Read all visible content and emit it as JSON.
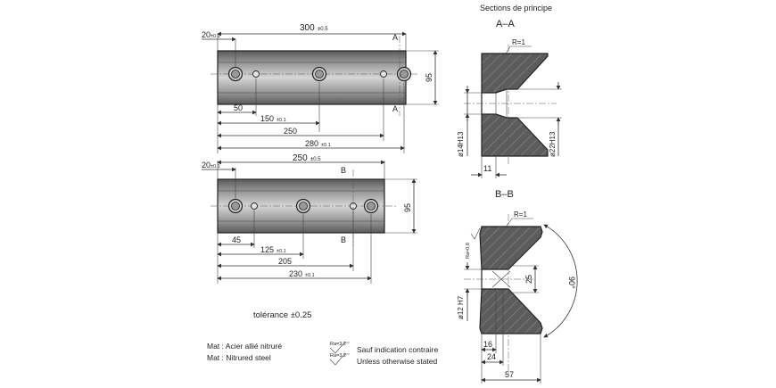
{
  "colors": {
    "body_top": "#6b6b6b",
    "body_mid": "#9a9a9a",
    "body_light": "#c8c8c8",
    "section_fill": "#555555",
    "line": "#222222"
  },
  "view_a": {
    "dim_300": "300",
    "dim_300_tol": "±0.5",
    "dim_20": "20",
    "dim_20_tol": "±0.1",
    "dim_95": "95",
    "dim_50": "50",
    "dim_150": "150",
    "dim_150_tol": "±0.1",
    "dim_250": "250",
    "dim_280": "280",
    "dim_280_tol": "±0.1",
    "section_mark": "A"
  },
  "view_b": {
    "dim_250": "250",
    "dim_250_tol": "±0.5",
    "dim_20": "20",
    "dim_20_tol": "±0.1",
    "dim_95": "95",
    "dim_45": "45",
    "dim_125": "125",
    "dim_125_tol": "±0.1",
    "dim_205": "205",
    "dim_230": "230",
    "dim_230_tol": "±0.1",
    "section_mark": "B"
  },
  "sections_title": "Sections de principe",
  "section_aa": {
    "title": "A–A",
    "radius": "R=1",
    "dia_14": "ø14H13",
    "dia_22": "ø22H13",
    "dim_11": "11"
  },
  "section_bb": {
    "title": "B–B",
    "radius": "R=1",
    "roughness": "Ra=0,8",
    "dia_12": "ø12 H7",
    "dim_25": "25",
    "angle_90": "90°",
    "dim_16": "16",
    "dim_24": "24",
    "dim_57": "57"
  },
  "tolerance": "tolérance ±0.25",
  "material": {
    "line1": "Mat : Acier allié nitruré",
    "line2": "Mat : Nitrured steel"
  },
  "surface": {
    "ra_symbol": "Ra=3,2",
    "line1": "Sauf indication contraire",
    "line2": "Unless otherwise stated"
  }
}
